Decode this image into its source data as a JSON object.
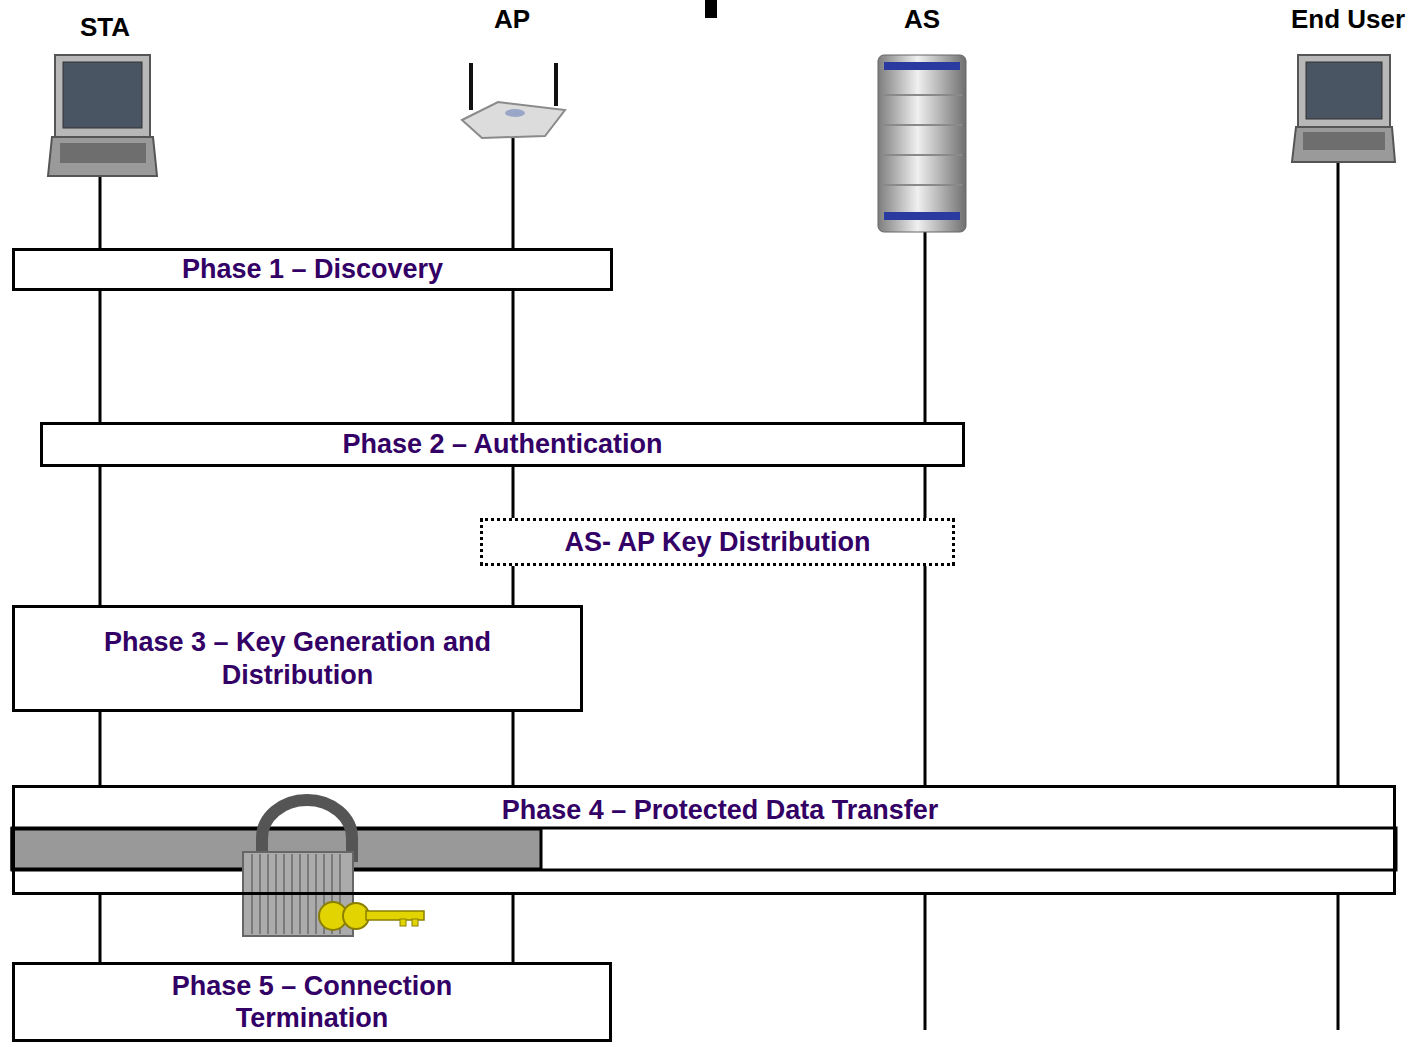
{
  "diagram": {
    "nodes": [
      {
        "text": [
          "Phase 1 – Discovery"
        ]
      },
      {
        "text": [
          "Phase 2 – Authentication"
        ]
      },
      {
        "text": [
          "AS- AP Key Distribution"
        ]
      },
      {
        "text": [
          "Phase 3 – Key Generation and Distribution"
        ]
      },
      {
        "text": [
          "Phase 4 – Protected Data Transfer"
        ]
      },
      {
        "text": [
          "Phase 5 – Connection Termination"
        ]
      }
    ],
    "labels": [
      "STA",
      "AP",
      "AS",
      "End User"
    ]
  }
}
